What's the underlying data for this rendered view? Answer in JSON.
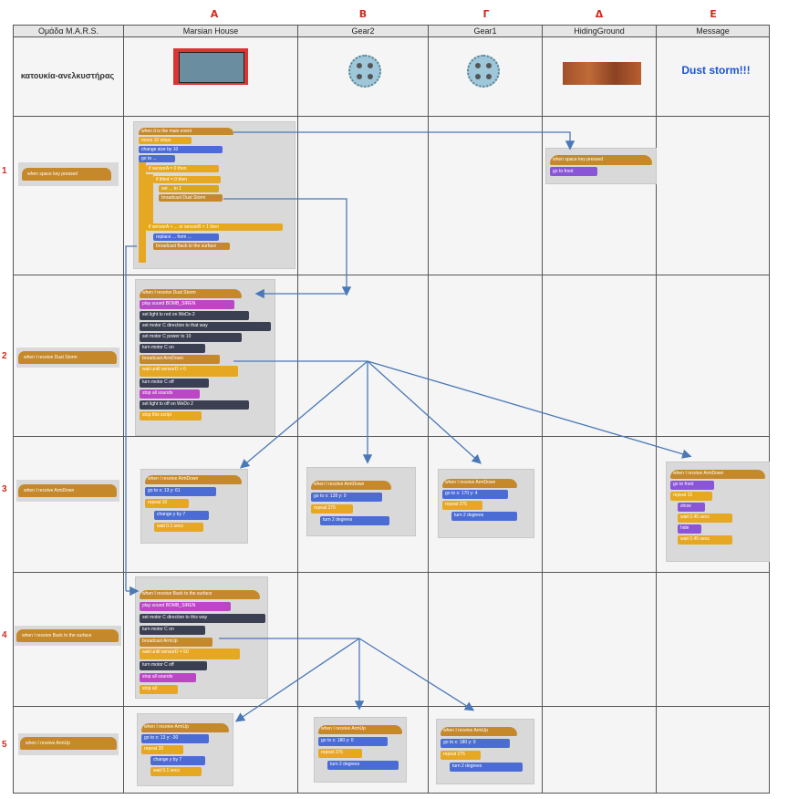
{
  "column_letters": [
    "Α",
    "Β",
    "Γ",
    "Δ",
    "Ε"
  ],
  "headers": [
    "Ομάδα M.A.R.S.",
    "Marsian House",
    "Gear2",
    "Gear1",
    "HidingGround",
    "Message"
  ],
  "row_numbers": [
    "1",
    "2",
    "3",
    "4",
    "5"
  ],
  "first_row_label": "κατουκία-ανελκυστήρας",
  "message_text": "Dust storm!!!",
  "colors": {
    "event": "#c5892b",
    "motion": "#4a6cd4",
    "sound": "#bb47c6",
    "looks": "#8a55d7",
    "control": "#e6a822",
    "sensing": "#5cb712",
    "arrow": "#4a78b8",
    "letters": "#d42a1e"
  },
  "sidebar_hats": [
    "when space key pressed",
    "when I receive Dust Storm",
    "when I receive ArmDown",
    "when I receive Back to the surface",
    "when I receive ArmUp"
  ],
  "row1": {
    "house_script": [
      "when it is the main event",
      "move 10 steps",
      "change size by 10",
      "go to ...",
      "if sensorA = 0 then",
      "if tilted = 0 then",
      "set ... to 1",
      "broadcast Dust Storm",
      "if sensorA < ... or sensorB > 1 then",
      "replace ... from ...",
      "broadcast Back to the surface"
    ],
    "hiding_script": [
      "when space key pressed",
      "go to front"
    ]
  },
  "row2": {
    "house_script": [
      "when I receive Dust Storm",
      "play sound BOMB_SIREN",
      "set light to red on WeDo 2",
      "set motor C direction to that way",
      "set motor C power to 10",
      "turn motor C on",
      "broadcast ArmDown",
      "wait until sensorD > 0",
      "turn motor C off",
      "stop all sounds",
      "set light to off on WeDo 2",
      "stop this script"
    ]
  },
  "row3": {
    "house_script": [
      "when I receive ArmDown",
      "go to x: 13 y: 61",
      "repeat 10",
      "change y by 7",
      "wait 0.1 secs"
    ],
    "gear2_script": [
      "when I receive ArmDown",
      "go to x: 128 y: 0",
      "repeat 275",
      "turn 2 degrees"
    ],
    "gear1_script": [
      "when I receive ArmDown",
      "go to x: 170 y: 4",
      "repeat 275",
      "turn 2 degrees"
    ],
    "message_script": [
      "when I receive ArmDown",
      "go to front",
      "repeat 15",
      "show",
      "wait 0.45 secs",
      "hide",
      "wait 0.45 secs"
    ]
  },
  "row4": {
    "house_script": [
      "when I receive Back to the surface",
      "play sound BOMB_SIREN",
      "set motor C direction to this way",
      "turn motor C on",
      "broadcast ArmUp",
      "wait until sensorD = 50",
      "turn motor C off",
      "stop all sounds",
      "stop all"
    ]
  },
  "row5": {
    "house_script": [
      "when I receive ArmUp",
      "go to x: 13 y: -30",
      "repeat 20",
      "change y by 7",
      "wait 0.1 secs"
    ],
    "gear2_script": [
      "when I receive ArmUp",
      "go to x: 180 y: 0",
      "repeat 275",
      "turn 2 degrees"
    ],
    "gear1_script": [
      "when I receive ArmUp",
      "go to x: 180 y: 0",
      "repeat 275",
      "turn 2 degrees"
    ]
  }
}
